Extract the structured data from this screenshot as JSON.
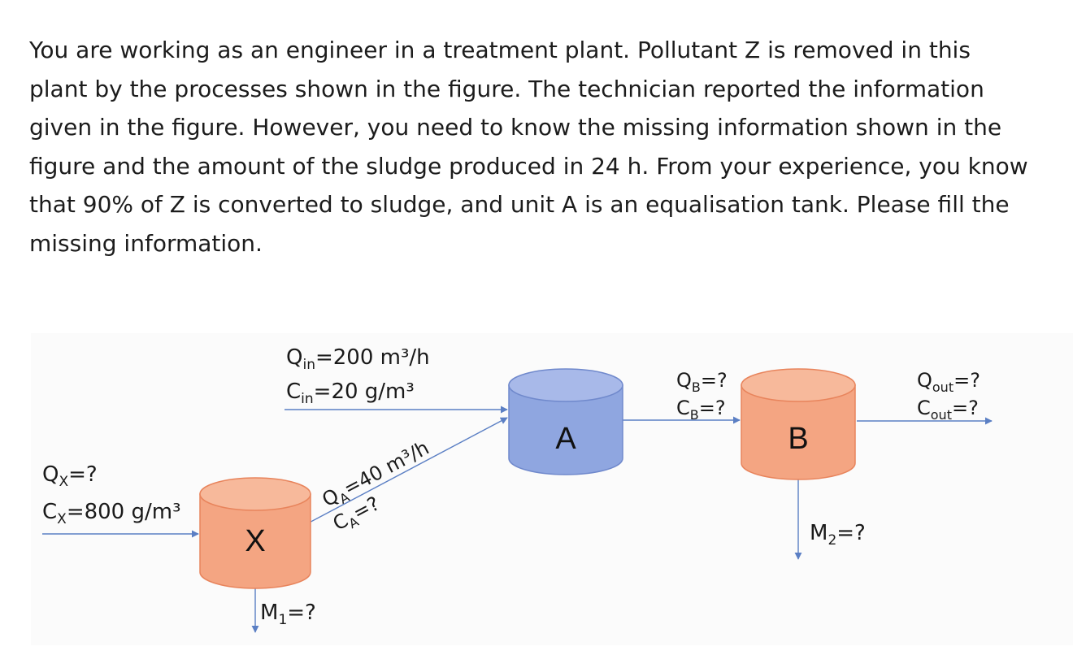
{
  "problem_text": "You are working as an engineer in a treatment plant. Pollutant Z is removed in this plant by the processes shown in the figure. The technician reported the information given in the figure. However, you need to know the missing information shown in the figure and the amount of the sludge produced in 24 h. From your experience, you know that 90% of Z is converted to sludge, and unit A is an equalisation tank. Please fill the missing information.",
  "diagram": {
    "colors": {
      "tank_orange": "#f4a582",
      "tank_orange_top": "#f7b99b",
      "tank_blue": "#8fa6e0",
      "tank_blue_top": "#a8b9e9",
      "arrow": "#5b7fc4"
    },
    "units": {
      "x": "X",
      "a": "A",
      "b": "B"
    },
    "streams": {
      "in": {
        "q_sym": "Q",
        "q_sub": "in",
        "q_val": "=200 m³/h",
        "c_sym": "C",
        "c_sub": "in",
        "c_val": "=20 g/m³"
      },
      "x_feed": {
        "q_sym": "Q",
        "q_sub": "X",
        "q_val": "=?",
        "c_sym": "C",
        "c_sub": "X",
        "c_val": "=800 g/m³"
      },
      "a_from_x": {
        "q_sym": "Q",
        "q_sub": "A",
        "q_val": "=40 m³/h",
        "c_sym": "C",
        "c_sub": "A",
        "c_val": "=?"
      },
      "b_feed": {
        "q_sym": "Q",
        "q_sub": "B",
        "q_val": "=?",
        "c_sym": "C",
        "c_sub": "B",
        "c_val": "=?"
      },
      "out": {
        "q_sym": "Q",
        "q_sub": "out",
        "q_val": "=?",
        "c_sym": "C",
        "c_sub": "out",
        "c_val": "=?"
      },
      "m1": {
        "sym": "M",
        "sub": "1",
        "val": "=?"
      },
      "m2": {
        "sym": "M",
        "sub": "2",
        "val": "=?"
      }
    }
  }
}
